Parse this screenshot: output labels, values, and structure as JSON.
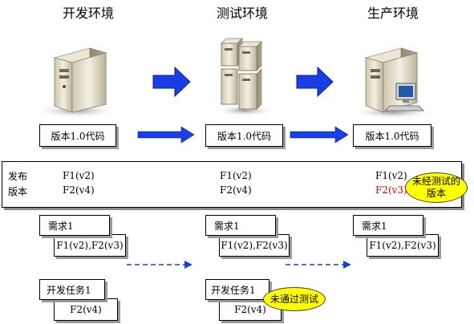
{
  "environments": [
    {
      "title": "开发环境",
      "version_box": "版本1.0代码"
    },
    {
      "title": "测试环境",
      "version_box": "版本1.0代码"
    },
    {
      "title": "生产环境",
      "version_box": "版本1.0代码"
    }
  ],
  "release": {
    "label_line1": "发布",
    "label_line2": "版本",
    "columns": [
      {
        "line1": "F1(v2)",
        "line2": "F2(v4)"
      },
      {
        "line1": "F1(v2)",
        "line2": "F2(v4)"
      },
      {
        "line1": "F1(v2)",
        "line2": "F2(v3)"
      }
    ],
    "callout": {
      "line1": "未经测试的",
      "line2": "版本"
    }
  },
  "requirements": [
    {
      "title": "需求1",
      "detail": "F1(v2),F2(v3)"
    },
    {
      "title": "需求1",
      "detail": "F1(v2),F2(v3)"
    },
    {
      "title": "需求1",
      "detail": "F1(v2),F2(v3)"
    }
  ],
  "tasks": [
    {
      "title": "开发任务1",
      "detail": "F2(v4)"
    },
    {
      "title": "开发任务1",
      "detail": "F2(v4)"
    }
  ],
  "task_callout": "未通过测试",
  "colors": {
    "arrow": "#1a3ee6",
    "callout_fill": "#ffff00",
    "highlight_text": "#e00000"
  }
}
